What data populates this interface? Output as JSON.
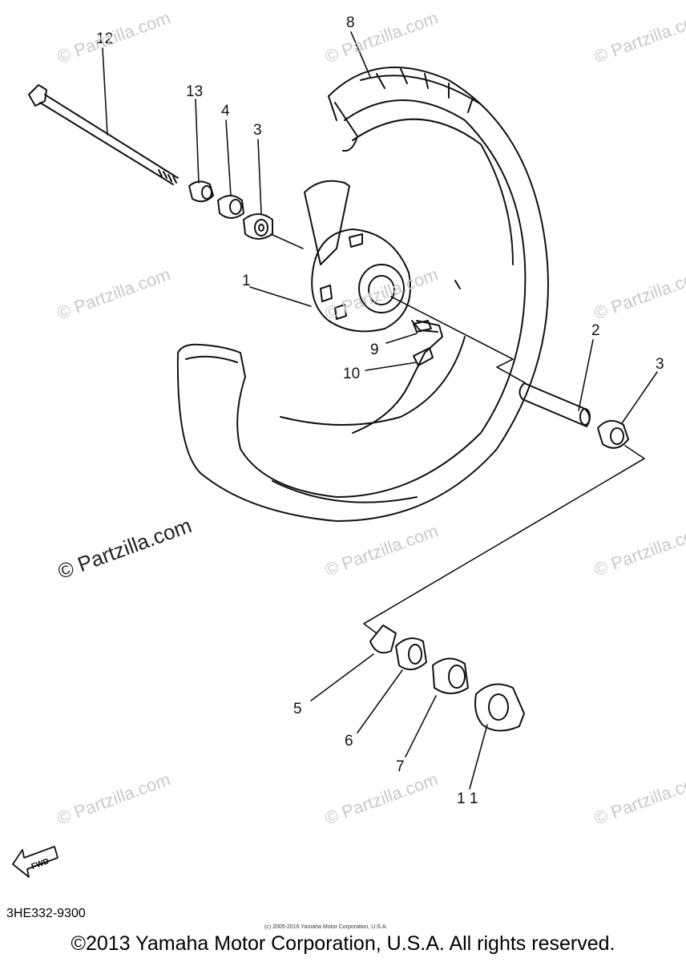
{
  "callouts": {
    "c1": "1",
    "c2": "2",
    "c3a": "3",
    "c3b": "3",
    "c4": "4",
    "c5": "5",
    "c6": "6",
    "c7": "7",
    "c8": "8",
    "c9": "9",
    "c10": "10",
    "c11": "1 1",
    "c12": "12",
    "c13": "13"
  },
  "watermark": "© Partzilla.com",
  "fwd_label": "FWD",
  "part_code": "3HE332-9300",
  "small_copyright": "(c) 2005-2016 Yamaha Motor Corporation, U.S.A.",
  "copyright": "©2013 Yamaha Motor Corporation, U.S.A. All rights reserved."
}
